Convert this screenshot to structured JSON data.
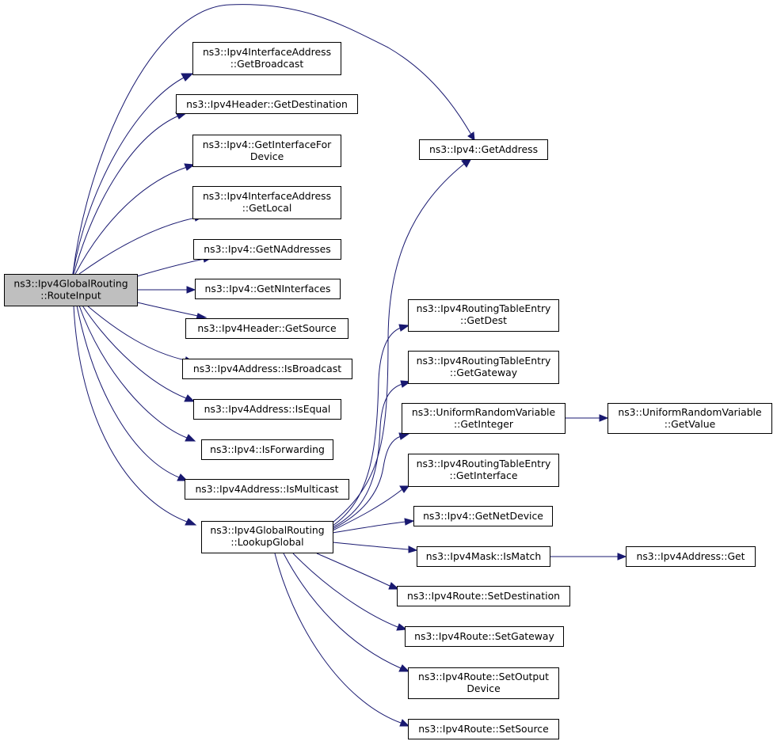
{
  "colors": {
    "edge": "#191970",
    "root_fill": "#bfbfbf",
    "node_fill": "#ffffff",
    "node_border": "#000000"
  },
  "nodes": {
    "route_input": [
      "ns3::Ipv4GlobalRouting",
      "::RouteInput"
    ],
    "get_broadcast": [
      "ns3::Ipv4InterfaceAddress",
      "::GetBroadcast"
    ],
    "get_destination": [
      "ns3::Ipv4Header::GetDestination"
    ],
    "get_interface_for_device": [
      "ns3::Ipv4::GetInterfaceFor",
      "Device"
    ],
    "get_local": [
      "ns3::Ipv4InterfaceAddress",
      "::GetLocal"
    ],
    "get_n_addresses": [
      "ns3::Ipv4::GetNAddresses"
    ],
    "get_n_interfaces": [
      "ns3::Ipv4::GetNInterfaces"
    ],
    "get_source": [
      "ns3::Ipv4Header::GetSource"
    ],
    "is_broadcast": [
      "ns3::Ipv4Address::IsBroadcast"
    ],
    "is_equal": [
      "ns3::Ipv4Address::IsEqual"
    ],
    "is_forwarding": [
      "ns3::Ipv4::IsForwarding"
    ],
    "is_multicast": [
      "ns3::Ipv4Address::IsMulticast"
    ],
    "lookup_global": [
      "ns3::Ipv4GlobalRouting",
      "::LookupGlobal"
    ],
    "get_address": [
      "ns3::Ipv4::GetAddress"
    ],
    "rte_get_dest": [
      "ns3::Ipv4RoutingTableEntry",
      "::GetDest"
    ],
    "rte_get_gateway": [
      "ns3::Ipv4RoutingTableEntry",
      "::GetGateway"
    ],
    "urv_get_integer": [
      "ns3::UniformRandomVariable",
      "::GetInteger"
    ],
    "urv_get_value": [
      "ns3::UniformRandomVariable",
      "::GetValue"
    ],
    "rte_get_interface": [
      "ns3::Ipv4RoutingTableEntry",
      "::GetInterface"
    ],
    "get_net_device": [
      "ns3::Ipv4::GetNetDevice"
    ],
    "mask_is_match": [
      "ns3::Ipv4Mask::IsMatch"
    ],
    "address_get": [
      "ns3::Ipv4Address::Get"
    ],
    "set_destination": [
      "ns3::Ipv4Route::SetDestination"
    ],
    "set_gateway": [
      "ns3::Ipv4Route::SetGateway"
    ],
    "set_output_device": [
      "ns3::Ipv4Route::SetOutput",
      "Device"
    ],
    "set_source": [
      "ns3::Ipv4Route::SetSource"
    ]
  },
  "edges": [
    [
      "route_input",
      "get_address"
    ],
    [
      "route_input",
      "get_broadcast"
    ],
    [
      "route_input",
      "get_destination"
    ],
    [
      "route_input",
      "get_interface_for_device"
    ],
    [
      "route_input",
      "get_local"
    ],
    [
      "route_input",
      "get_n_addresses"
    ],
    [
      "route_input",
      "get_n_interfaces"
    ],
    [
      "route_input",
      "get_source"
    ],
    [
      "route_input",
      "is_broadcast"
    ],
    [
      "route_input",
      "is_equal"
    ],
    [
      "route_input",
      "is_forwarding"
    ],
    [
      "route_input",
      "is_multicast"
    ],
    [
      "route_input",
      "lookup_global"
    ],
    [
      "lookup_global",
      "get_address"
    ],
    [
      "lookup_global",
      "rte_get_dest"
    ],
    [
      "lookup_global",
      "rte_get_gateway"
    ],
    [
      "lookup_global",
      "urv_get_integer"
    ],
    [
      "lookup_global",
      "rte_get_interface"
    ],
    [
      "lookup_global",
      "get_net_device"
    ],
    [
      "lookup_global",
      "mask_is_match"
    ],
    [
      "lookup_global",
      "set_destination"
    ],
    [
      "lookup_global",
      "set_gateway"
    ],
    [
      "lookup_global",
      "set_output_device"
    ],
    [
      "lookup_global",
      "set_source"
    ],
    [
      "urv_get_integer",
      "urv_get_value"
    ],
    [
      "mask_is_match",
      "address_get"
    ]
  ]
}
